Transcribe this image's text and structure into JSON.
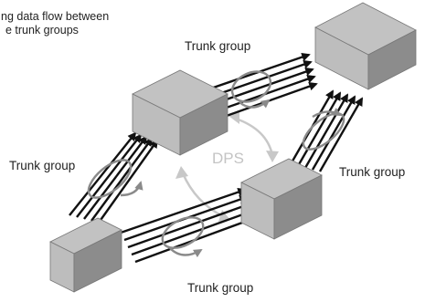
{
  "caption": {
    "line1": "ng data flow between",
    "line2": "e trunk groups"
  },
  "labels": {
    "top_trunk": "Trunk group",
    "left_trunk": "Trunk group",
    "right_trunk": "Trunk group",
    "bottom_trunk": "Trunk group",
    "center": "DPS"
  },
  "colors": {
    "cube_top": "#c2c2c2",
    "cube_left": "#bdbdbd",
    "cube_right": "#8c8c8c",
    "cube_edge": "#777777",
    "trunk_line": "#111111",
    "loop_arrow": "#8a8a8a",
    "dps_arrow": "#c8c8c8"
  }
}
